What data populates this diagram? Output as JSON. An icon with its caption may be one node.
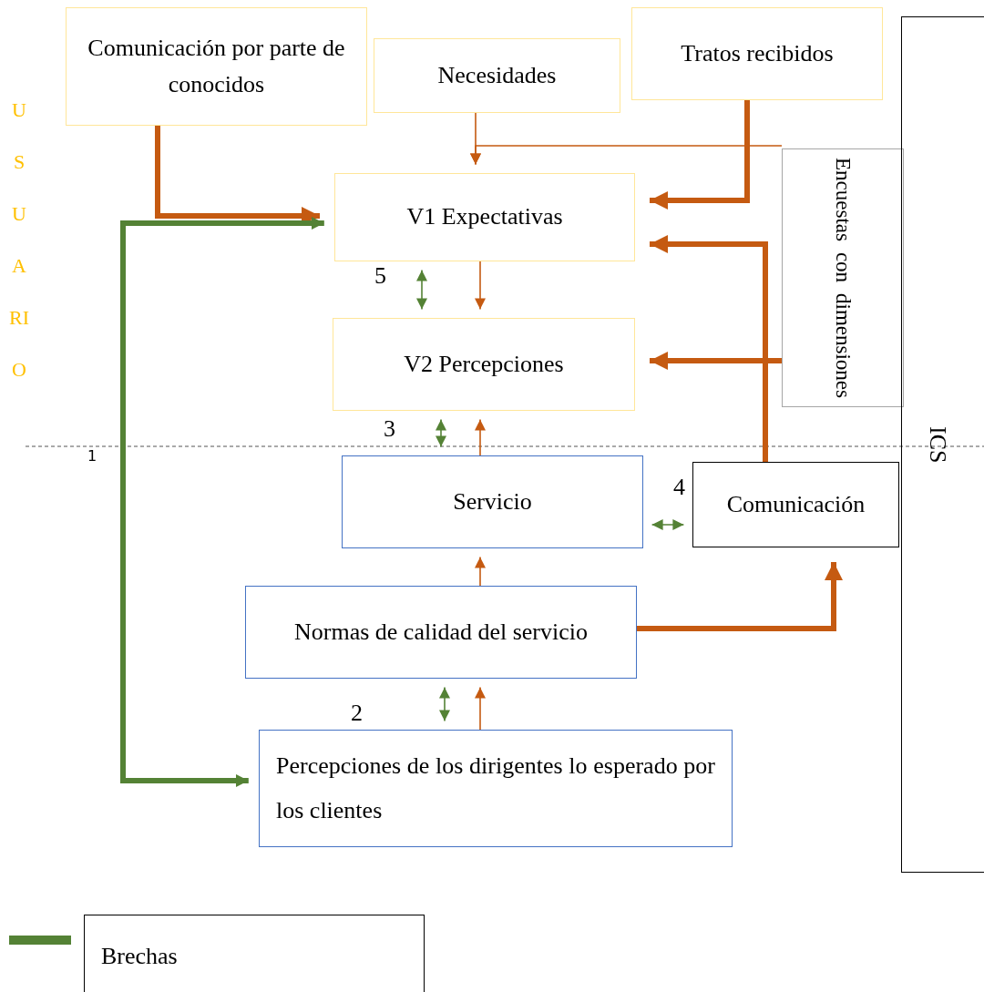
{
  "diagram": {
    "nodes": [
      {
        "text": [
          "Comunicación por parte de conocidos"
        ]
      },
      {
        "text": [
          "Necesidades"
        ]
      },
      {
        "text": [
          "Tratos recibidos"
        ]
      },
      {
        "text": [
          "V1 Expectativas"
        ]
      },
      {
        "text": [
          "V2 Percepciones"
        ]
      },
      {
        "text": [
          "Encuestas con dimensiones"
        ]
      },
      {
        "text": [
          "ICS"
        ]
      },
      {
        "text": [
          "Servicio"
        ]
      },
      {
        "text": [
          "Comunicación"
        ]
      },
      {
        "text": [
          "Normas de calidad del servicio"
        ]
      },
      {
        "text": [
          "Percepciones de los dirigentes  lo esperado por los clientes"
        ]
      }
    ],
    "edges": [
      {
        "from": 0,
        "to": 3,
        "arrow": "to",
        "style": "thick"
      },
      {
        "from": 1,
        "to": 3,
        "arrow": "to"
      },
      {
        "from": 5,
        "to": 3,
        "arrow": "to"
      },
      {
        "from": 2,
        "to": 3,
        "arrow": "to",
        "style": "thick"
      },
      {
        "from": 8,
        "to": 3,
        "arrow": "to",
        "style": "thick"
      },
      {
        "from": 5,
        "to": 4,
        "arrow": "to",
        "style": "thick"
      },
      {
        "from": 3,
        "to": 4,
        "arrow": "to"
      },
      {
        "from": 3,
        "to": 4,
        "arrow": "both",
        "color": "#548235"
      },
      {
        "from": 7,
        "to": 4,
        "arrow": "to"
      },
      {
        "from": 4,
        "to": 7,
        "arrow": "both",
        "color": "#548235"
      },
      {
        "from": 9,
        "to": 7,
        "arrow": "to"
      },
      {
        "from": 7,
        "to": 8,
        "arrow": "both",
        "color": "#548235"
      },
      {
        "from": 9,
        "to": 8,
        "arrow": "to",
        "style": "thick"
      },
      {
        "from": 9,
        "to": 10,
        "arrow": "both",
        "color": "#548235"
      },
      {
        "from": 10,
        "to": 9,
        "arrow": "to"
      },
      {
        "from": 3,
        "to": 10,
        "arrow": "both",
        "style": "thick",
        "color": "#548235"
      }
    ],
    "labels": [
      "USUARIO",
      "5",
      "3",
      "1",
      "4",
      "2"
    ],
    "legend": [
      {
        "text": "Brechas",
        "color": "#548235"
      }
    ]
  }
}
